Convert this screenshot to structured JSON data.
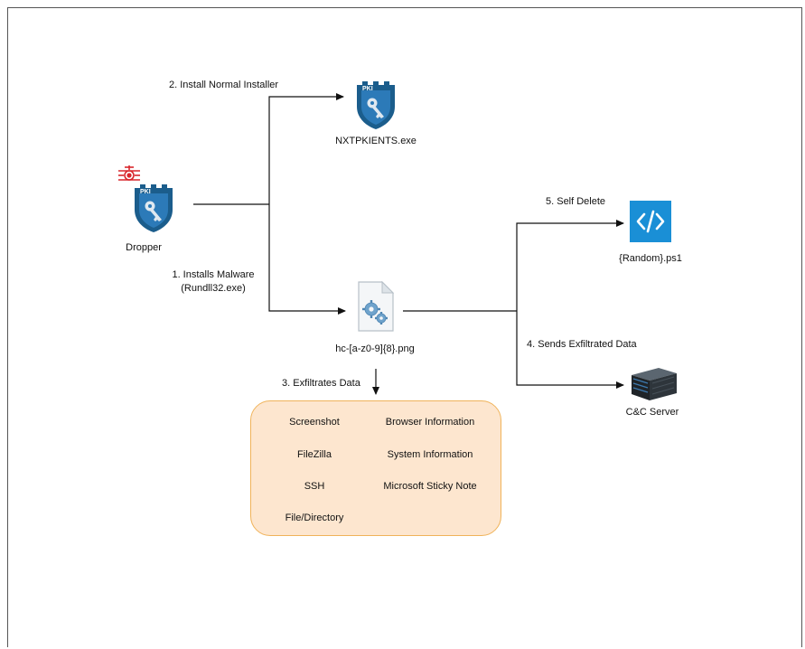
{
  "nodes": {
    "dropper": {
      "label": "Dropper",
      "icon": "pki-shield-key-icon",
      "badge_icon": "malware-bug-icon",
      "badge_text": "PKI"
    },
    "installer": {
      "label": "NXTPKIENTS.exe",
      "icon": "pki-shield-key-icon",
      "badge_text": "PKI"
    },
    "payload": {
      "label": "hc-[a-z0-9]{8}.png",
      "icon": "file-gears-icon"
    },
    "script": {
      "label": "{Random}.ps1",
      "icon": "code-script-icon"
    },
    "server": {
      "label": "C&C Server",
      "icon": "server-icon"
    }
  },
  "edges": {
    "install_normal": "2. Install Normal Installer",
    "install_malware_line1": "1. Installs Malware",
    "install_malware_line2": "(Rundll32.exe)",
    "self_delete": "5. Self Delete",
    "sends_data": "4. Sends Exfiltrated Data",
    "exfiltrates": "3. Exfiltrates Data"
  },
  "exfiltrated_items": {
    "left": [
      "Screenshot",
      "FileZilla",
      "SSH",
      "File/Directory"
    ],
    "right": [
      "Browser Information",
      "System Information",
      "Microsoft Sticky Note"
    ]
  },
  "colors": {
    "shield_blue": "#1b5d8c",
    "malware_red": "#d9262c",
    "box_fill": "#fde6cf",
    "box_border": "#f0b35a",
    "script_blue": "#1a8fd6"
  }
}
